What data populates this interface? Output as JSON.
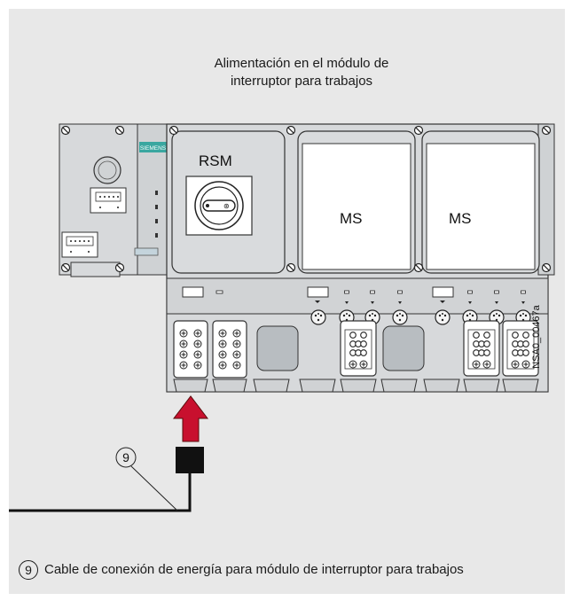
{
  "title": {
    "line1": "Alimentación en el módulo de",
    "line2": "interruptor para trabajos"
  },
  "modules": {
    "rsm_label": "RSM",
    "ms1_label": "MS",
    "ms2_label": "MS",
    "brand": "SIEMENS"
  },
  "figure_id": "NSA0_00467a",
  "callout_number": "9",
  "legend": {
    "number": "9",
    "text": "Cable de conexión de energía para módulo de interruptor para trabajos"
  },
  "colors": {
    "background": "#e8e8e8",
    "housing": "#d7d9db",
    "arrow": "#c8102e",
    "connector": "#111111",
    "brand": "#3aa7a0"
  }
}
